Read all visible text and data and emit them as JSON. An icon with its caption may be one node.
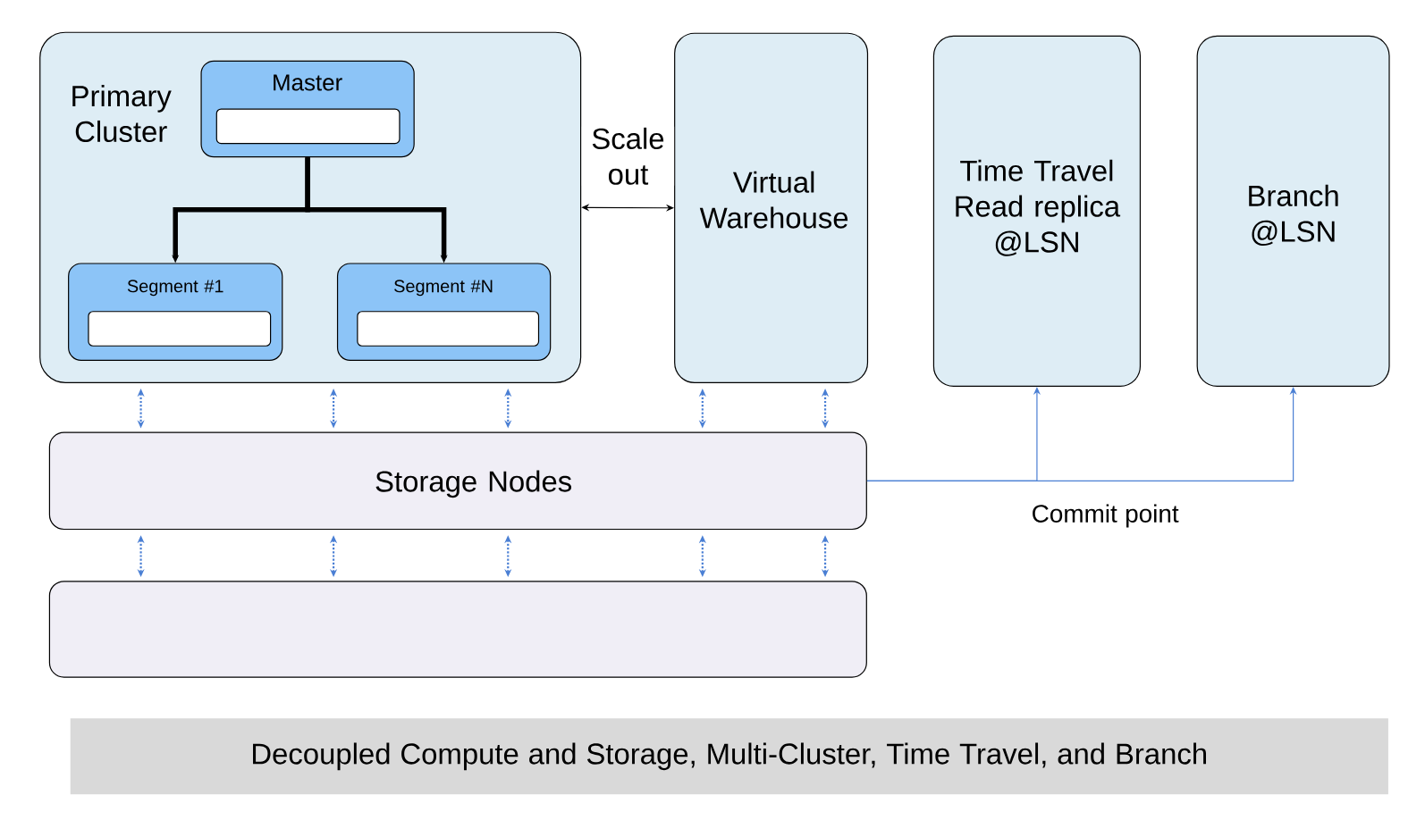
{
  "diagram": {
    "caption": "Decoupled Compute and Storage, Multi-Cluster, Time Travel, and Branch",
    "nodes": [
      {
        "text": [
          "Primary Cluster"
        ]
      },
      {
        "text": [
          "Master"
        ],
        "in": 0
      },
      {
        "text": [],
        "shape": "box",
        "in": 1
      },
      {
        "text": [
          "Segment #1"
        ],
        "in": 0
      },
      {
        "text": [],
        "shape": "box",
        "in": 3
      },
      {
        "text": [
          "Segment #N"
        ],
        "in": 0
      },
      {
        "text": [],
        "shape": "box",
        "in": 5
      },
      {
        "text": [
          "Virtual Warehouse"
        ]
      },
      {
        "text": [
          "Time Travel Read replica @LSN"
        ]
      },
      {
        "text": [
          "Branch @LSN"
        ]
      },
      {
        "text": [
          "Storage Nodes"
        ]
      },
      {
        "text": [],
        "shape": "box"
      }
    ],
    "edges": [
      {
        "from": 1,
        "to": 3,
        "arrow": "to",
        "style": "thick",
        "color": "#000000"
      },
      {
        "from": 1,
        "to": 5,
        "arrow": "to",
        "style": "thick",
        "color": "#000000"
      },
      {
        "from": 0,
        "to": 7,
        "arrow": "both",
        "label": "Scale out",
        "color": "#000000"
      },
      {
        "from": 0,
        "to": 10,
        "arrow": "both",
        "style": "dashed"
      },
      {
        "from": 0,
        "to": 10,
        "arrow": "both",
        "style": "dashed"
      },
      {
        "from": 0,
        "to": 10,
        "arrow": "both",
        "style": "dashed"
      },
      {
        "from": 7,
        "to": 10,
        "arrow": "both",
        "style": "dashed"
      },
      {
        "from": 7,
        "to": 10,
        "arrow": "both",
        "style": "dashed"
      },
      {
        "from": 10,
        "to": 11,
        "arrow": "both",
        "style": "dashed"
      },
      {
        "from": 10,
        "to": 11,
        "arrow": "both",
        "style": "dashed"
      },
      {
        "from": 10,
        "to": 11,
        "arrow": "both",
        "style": "dashed"
      },
      {
        "from": 10,
        "to": 11,
        "arrow": "both",
        "style": "dashed"
      },
      {
        "from": 10,
        "to": 11,
        "arrow": "both",
        "style": "dashed"
      },
      {
        "from": 10,
        "to": 8,
        "arrow": "to"
      },
      {
        "from": 10,
        "to": 9,
        "arrow": "to"
      }
    ],
    "labels": [
      "Commit point"
    ]
  }
}
